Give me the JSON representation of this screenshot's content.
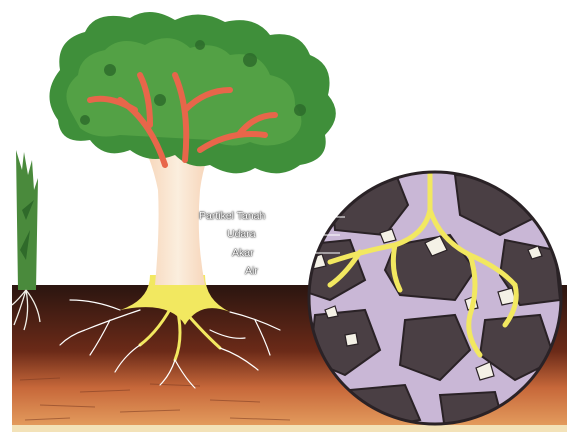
{
  "labels": {
    "partikel_tanah": "Partikel Tanah",
    "udara": "Udara",
    "akar": "Akar",
    "air": "Air"
  },
  "colors": {
    "foliage": "#3f8f3a",
    "branches": "#e8664a",
    "trunk": "#f6e0c8",
    "roots": "#f2e860",
    "topsoil": "#3a1f18",
    "subsoil": "#d9884a",
    "soil_particle": "#4a3f44",
    "pore_space": "#c9b7d6",
    "air_pocket": "#f4f1e6"
  }
}
